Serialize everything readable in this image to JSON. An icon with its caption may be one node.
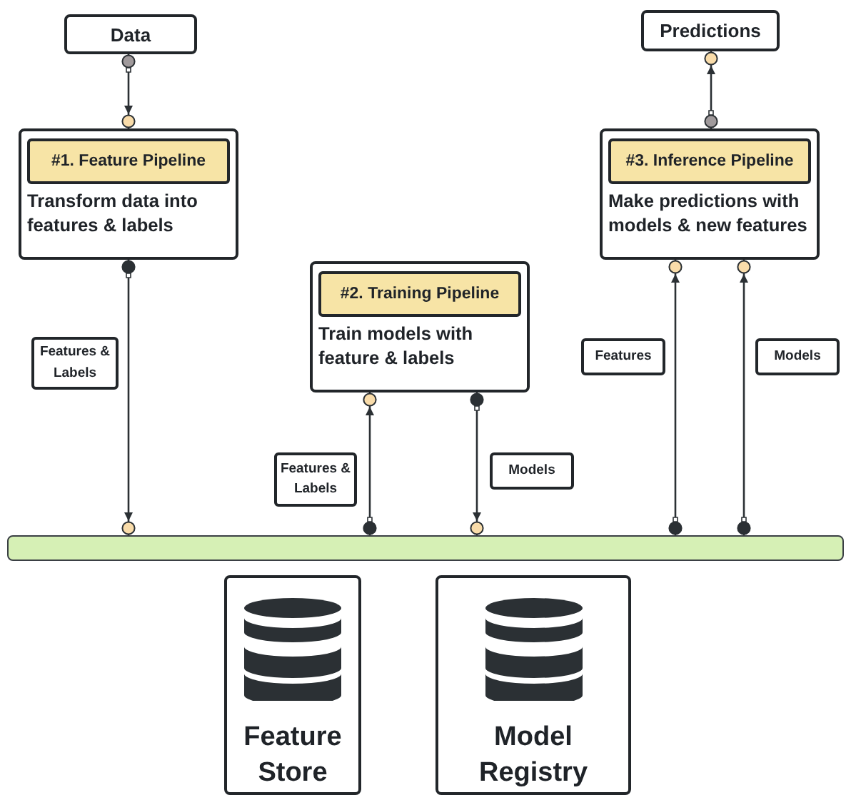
{
  "diagram": {
    "nodes": [
      {
        "text": [
          "Data"
        ]
      },
      {
        "text": [
          "#1. Feature Pipeline",
          "Transform data into features & labels"
        ]
      },
      {
        "text": [
          "#2. Training Pipeline",
          "Train models with feature & labels"
        ]
      },
      {
        "text": [
          "#3. Inference Pipeline",
          "Make predictions with models & new features"
        ]
      },
      {
        "text": [
          "Predictions"
        ]
      },
      {
        "text": [],
        "shape": "bar"
      },
      {
        "text": [
          "Feature Store"
        ]
      },
      {
        "text": [
          "Model Registry"
        ]
      }
    ],
    "edges": [
      {
        "from": 0,
        "to": 1,
        "arrow": "to"
      },
      {
        "from": 1,
        "to": 5,
        "arrow": "to",
        "label": "Features & Labels"
      },
      {
        "from": 5,
        "to": 2,
        "arrow": "to",
        "label": "Features & Labels"
      },
      {
        "from": 2,
        "to": 5,
        "arrow": "to",
        "label": "Models"
      },
      {
        "from": 5,
        "to": 3,
        "arrow": "to",
        "label": "Features"
      },
      {
        "from": 5,
        "to": 3,
        "arrow": "to",
        "label": "Models"
      },
      {
        "from": 3,
        "to": 4,
        "arrow": "to"
      }
    ]
  }
}
